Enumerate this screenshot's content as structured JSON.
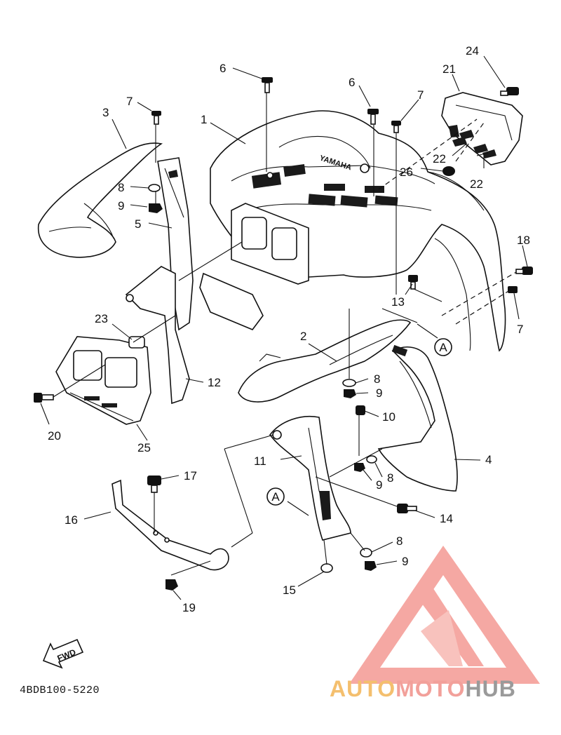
{
  "diagram": {
    "part_numbers": {
      "p1": "1",
      "p2": "2",
      "p3": "3",
      "p4": "4",
      "p5": "5",
      "p6a": "6",
      "p6b": "6",
      "p7a": "7",
      "p7b": "7",
      "p7c": "7",
      "p8a": "8",
      "p8b": "8",
      "p8c": "8",
      "p8d": "8",
      "p9a": "9",
      "p9b": "9",
      "p9c": "9",
      "p9d": "9",
      "p10": "10",
      "p11": "11",
      "p12": "12",
      "p13": "13",
      "p14": "14",
      "p15": "15",
      "p16": "16",
      "p17": "17",
      "p18": "18",
      "p19": "19",
      "p20": "20",
      "p21": "21",
      "p22a": "22",
      "p22b": "22",
      "p23": "23",
      "p24": "24",
      "p25": "25",
      "p26": "26"
    },
    "callouts": {
      "a1": "A",
      "a2": "A"
    },
    "fwd_arrow_label": "FWD",
    "brand_embossing": "YAMAHA",
    "drawing_code": "4BDB100-5220"
  },
  "watermark": {
    "word_auto": "AUTO",
    "word_moto": "MOTO",
    "word_hub": "HUB",
    "colors": {
      "auto": "#f4bf6e",
      "moto": "#f2a09a",
      "hub": "#9a9a9a",
      "logo": "#f49a93"
    }
  }
}
